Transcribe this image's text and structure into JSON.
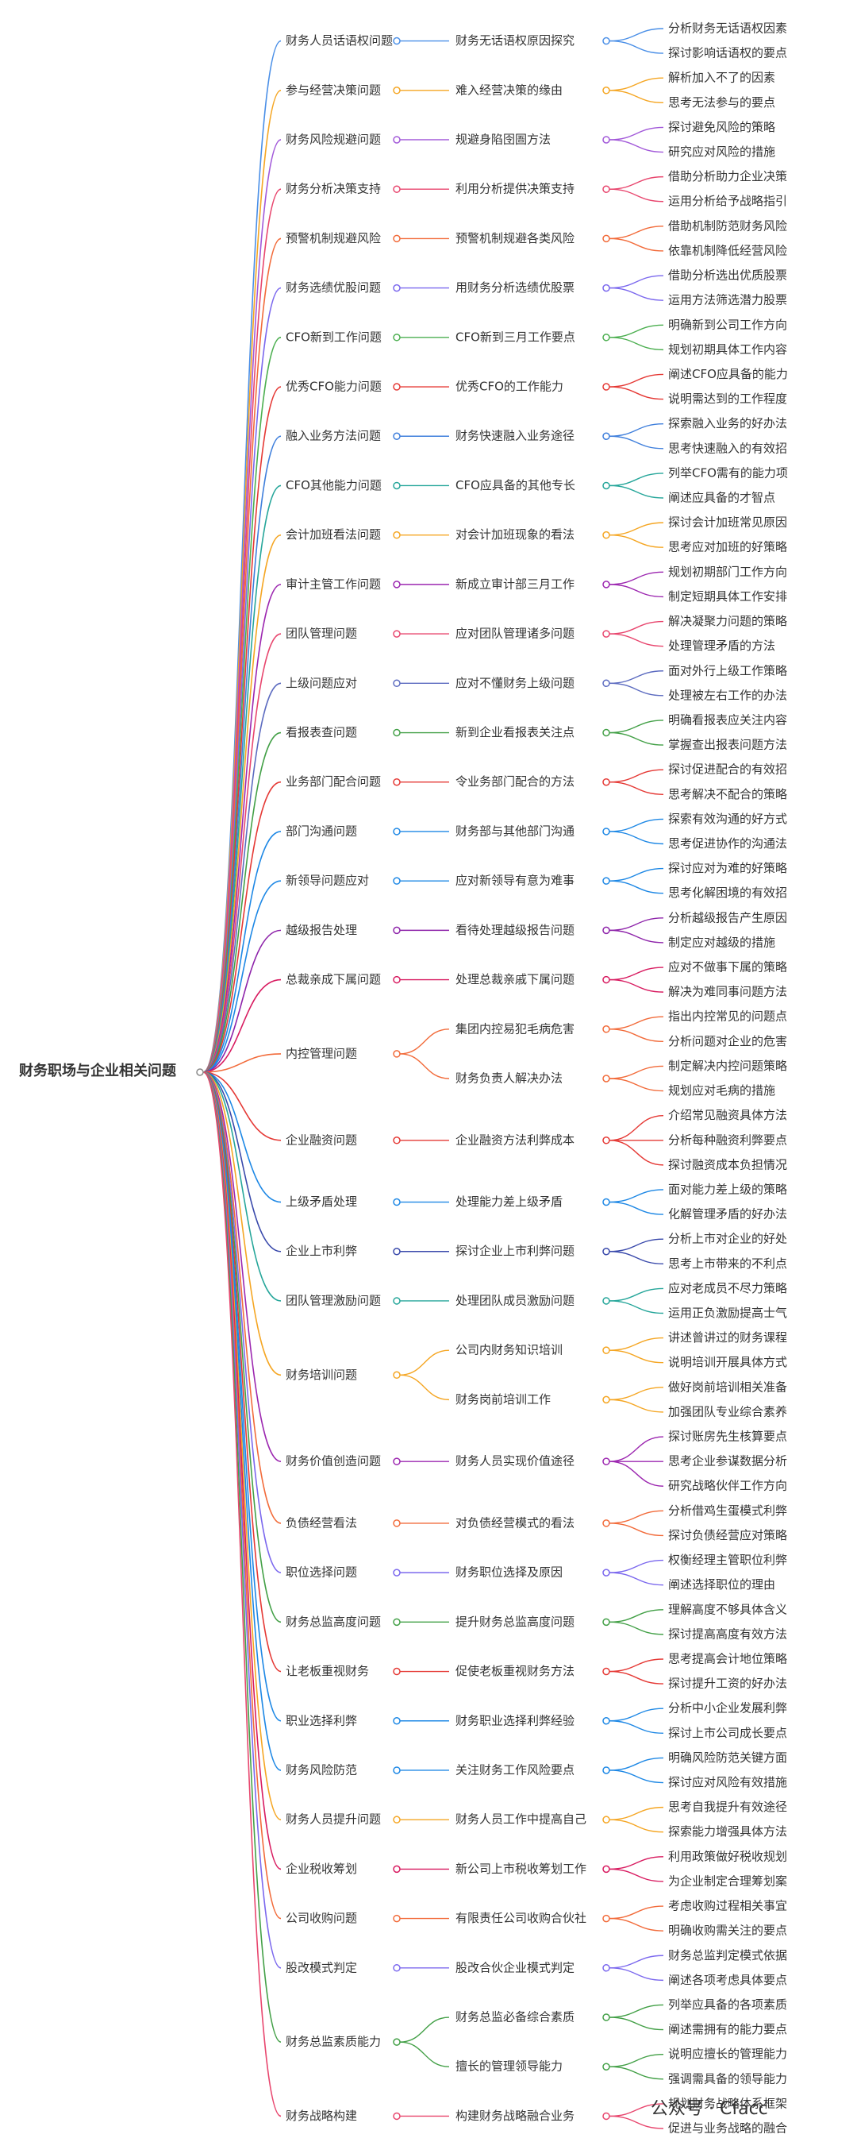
{
  "root": "财务职场与企业相关问题",
  "watermark": "公众号 · Cfacc",
  "branches": [
    {
      "label": "财务人员话语权问题",
      "color": "#4a8fe7",
      "children": [
        {
          "label": "财务无话语权原因探究",
          "children": [
            "分析财务无话语权因素",
            "探讨影响话语权的要点"
          ]
        }
      ]
    },
    {
      "label": "参与经营决策问题",
      "color": "#f5a623",
      "children": [
        {
          "label": "难入经营决策的缘由",
          "children": [
            "解析加入不了的因素",
            "思考无法参与的要点"
          ]
        }
      ]
    },
    {
      "label": "财务风险规避问题",
      "color": "#a259d9",
      "children": [
        {
          "label": "规避身陷囹圄方法",
          "children": [
            "探讨避免风险的策略",
            "研究应对风险的措施"
          ]
        }
      ]
    },
    {
      "label": "财务分析决策支持",
      "color": "#e8466e",
      "children": [
        {
          "label": "利用分析提供决策支持",
          "children": [
            "借助分析助力企业决策",
            "运用分析给予战略指引"
          ]
        }
      ]
    },
    {
      "label": "预警机制规避风险",
      "color": "#f26b3a",
      "children": [
        {
          "label": "预警机制规避各类风险",
          "children": [
            "借助机制防范财务风险",
            "依靠机制降低经营风险"
          ]
        }
      ]
    },
    {
      "label": "财务选绩优股问题",
      "color": "#7b68ee",
      "children": [
        {
          "label": "用财务分析选绩优股票",
          "children": [
            "借助分析选出优质股票",
            "运用方法筛选潜力股票"
          ]
        }
      ]
    },
    {
      "label": "CFO新到工作问题",
      "color": "#4caf50",
      "children": [
        {
          "label": "CFO新到三月工作要点",
          "children": [
            "明确新到公司工作方向",
            "规划初期具体工作内容"
          ]
        }
      ]
    },
    {
      "label": "优秀CFO能力问题",
      "color": "#e53935",
      "children": [
        {
          "label": "优秀CFO的工作能力",
          "children": [
            "阐述CFO应具备的能力",
            "说明需达到的工作程度"
          ]
        }
      ]
    },
    {
      "label": "融入业务方法问题",
      "color": "#3f7fdc",
      "children": [
        {
          "label": "财务快速融入业务途径",
          "children": [
            "探索融入业务的好办法",
            "思考快速融入的有效招"
          ]
        }
      ]
    },
    {
      "label": "CFO其他能力问题",
      "color": "#26a69a",
      "children": [
        {
          "label": "CFO应具备的其他专长",
          "children": [
            "列举CFO需有的能力项",
            "阐述应具备的才智点"
          ]
        }
      ]
    },
    {
      "label": "会计加班看法问题",
      "color": "#f5a623",
      "children": [
        {
          "label": "对会计加班现象的看法",
          "children": [
            "探讨会计加班常见原因",
            "思考应对加班的好策略"
          ]
        }
      ]
    },
    {
      "label": "审计主管工作问题",
      "color": "#9c27b0",
      "children": [
        {
          "label": "新成立审计部三月工作",
          "children": [
            "规划初期部门工作方向",
            "制定短期具体工作安排"
          ]
        }
      ]
    },
    {
      "label": "团队管理问题",
      "color": "#e8466e",
      "children": [
        {
          "label": "应对团队管理诸多问题",
          "children": [
            "解决凝聚力问题的策略",
            "处理管理矛盾的方法"
          ]
        }
      ]
    },
    {
      "label": "上级问题应对",
      "color": "#5c6bc0",
      "children": [
        {
          "label": "应对不懂财务上级问题",
          "children": [
            "面对外行上级工作策略",
            "处理被左右工作的办法"
          ]
        }
      ]
    },
    {
      "label": "看报表查问题",
      "color": "#43a047",
      "children": [
        {
          "label": "新到企业看报表关注点",
          "children": [
            "明确看报表应关注内容",
            "掌握查出报表问题方法"
          ]
        }
      ]
    },
    {
      "label": "业务部门配合问题",
      "color": "#e53935",
      "children": [
        {
          "label": "令业务部门配合的方法",
          "children": [
            "探讨促进配合的有效招",
            "思考解决不配合的策略"
          ]
        }
      ]
    },
    {
      "label": "部门沟通问题",
      "color": "#1e88e5",
      "children": [
        {
          "label": "财务部与其他部门沟通",
          "children": [
            "探索有效沟通的好方式",
            "思考促进协作的沟通法"
          ]
        }
      ]
    },
    {
      "label": "新领导问题应对",
      "color": "#1e88e5",
      "children": [
        {
          "label": "应对新领导有意为难事",
          "children": [
            "探讨应对为难的好策略",
            "思考化解困境的有效招"
          ]
        }
      ]
    },
    {
      "label": "越级报告处理",
      "color": "#8e24aa",
      "children": [
        {
          "label": "看待处理越级报告问题",
          "children": [
            "分析越级报告产生原因",
            "制定应对越级的措施"
          ]
        }
      ]
    },
    {
      "label": "总裁亲成下属问题",
      "color": "#d81b60",
      "children": [
        {
          "label": "处理总裁亲戚下属问题",
          "children": [
            "应对不做事下属的策略",
            "解决为难同事问题方法"
          ]
        }
      ]
    },
    {
      "label": "内控管理问题",
      "color": "#f26b3a",
      "children": [
        {
          "label": "集团内控易犯毛病危害",
          "children": [
            "指出内控常见的问题点",
            "分析问题对企业的危害"
          ]
        },
        {
          "label": "财务负责人解决办法",
          "children": [
            "制定解决内控问题策略",
            "规划应对毛病的措施"
          ]
        }
      ]
    },
    {
      "label": "企业融资问题",
      "color": "#e53935",
      "children": [
        {
          "label": "企业融资方法利弊成本",
          "children": [
            "介绍常见融资具体方法",
            "分析每种融资利弊要点",
            "探讨融资成本负担情况"
          ]
        }
      ]
    },
    {
      "label": "上级矛盾处理",
      "color": "#1e88e5",
      "children": [
        {
          "label": "处理能力差上级矛盾",
          "children": [
            "面对能力差上级的策略",
            "化解管理矛盾的好办法"
          ]
        }
      ]
    },
    {
      "label": "企业上市利弊",
      "color": "#3949ab",
      "children": [
        {
          "label": "探讨企业上市利弊问题",
          "children": [
            "分析上市对企业的好处",
            "思考上市带来的不利点"
          ]
        }
      ]
    },
    {
      "label": "团队管理激励问题",
      "color": "#26a69a",
      "children": [
        {
          "label": "处理团队成员激励问题",
          "children": [
            "应对老成员不尽力策略",
            "运用正负激励提高士气"
          ]
        }
      ]
    },
    {
      "label": "财务培训问题",
      "color": "#f5a623",
      "children": [
        {
          "label": "公司内财务知识培训",
          "children": [
            "讲述曾讲过的财务课程",
            "说明培训开展具体方式"
          ]
        },
        {
          "label": "财务岗前培训工作",
          "children": [
            "做好岗前培训相关准备",
            "加强团队专业综合素养"
          ]
        }
      ]
    },
    {
      "label": "财务价值创造问题",
      "color": "#9c27b0",
      "children": [
        {
          "label": "财务人员实现价值途径",
          "children": [
            "探讨账房先生核算要点",
            "思考企业参谋数据分析",
            "研究战略伙伴工作方向"
          ]
        }
      ]
    },
    {
      "label": "负债经营看法",
      "color": "#f26b3a",
      "children": [
        {
          "label": "对负债经营模式的看法",
          "children": [
            "分析借鸡生蛋模式利弊",
            "探讨负债经营应对策略"
          ]
        }
      ]
    },
    {
      "label": "职位选择问题",
      "color": "#7b68ee",
      "children": [
        {
          "label": "财务职位选择及原因",
          "children": [
            "权衡经理主管职位利弊",
            "阐述选择职位的理由"
          ]
        }
      ]
    },
    {
      "label": "财务总监高度问题",
      "color": "#43a047",
      "children": [
        {
          "label": "提升财务总监高度问题",
          "children": [
            "理解高度不够具体含义",
            "探讨提高高度有效方法"
          ]
        }
      ]
    },
    {
      "label": "让老板重视财务",
      "color": "#e53935",
      "children": [
        {
          "label": "促使老板重视财务方法",
          "children": [
            "思考提高会计地位策略",
            "探讨提升工资的好办法"
          ]
        }
      ]
    },
    {
      "label": "职业选择利弊",
      "color": "#1e88e5",
      "children": [
        {
          "label": "财务职业选择利弊经验",
          "children": [
            "分析中小企业发展利弊",
            "探讨上市公司成长要点"
          ]
        }
      ]
    },
    {
      "label": "财务风险防范",
      "color": "#1e88e5",
      "children": [
        {
          "label": "关注财务工作风险要点",
          "children": [
            "明确风险防范关键方面",
            "探讨应对风险有效措施"
          ]
        }
      ]
    },
    {
      "label": "财务人员提升问题",
      "color": "#f5a623",
      "children": [
        {
          "label": "财务人员工作中提高自己",
          "children": [
            "思考自我提升有效途径",
            "探索能力增强具体方法"
          ]
        }
      ]
    },
    {
      "label": "企业税收筹划",
      "color": "#d81b60",
      "children": [
        {
          "label": "新公司上市税收筹划工作",
          "children": [
            "利用政策做好税收规划",
            "为企业制定合理筹划案"
          ]
        }
      ]
    },
    {
      "label": "公司收购问题",
      "color": "#f26b3a",
      "children": [
        {
          "label": "有限责任公司收购合伙社",
          "children": [
            "考虑收购过程相关事宜",
            "明确收购需关注的要点"
          ]
        }
      ]
    },
    {
      "label": "股改模式判定",
      "color": "#7b68ee",
      "children": [
        {
          "label": "股改合伙企业模式判定",
          "children": [
            "财务总监判定模式依据",
            "阐述各项考虑具体要点"
          ]
        }
      ]
    },
    {
      "label": "财务总监素质能力",
      "color": "#43a047",
      "children": [
        {
          "label": "财务总监必备综合素质",
          "children": [
            "列举应具备的各项素质",
            "阐述需拥有的能力要点"
          ]
        },
        {
          "label": "擅长的管理领导能力",
          "children": [
            "说明应擅长的管理能力",
            "强调需具备的领导能力"
          ]
        }
      ]
    },
    {
      "label": "财务战略构建",
      "color": "#e8466e",
      "children": [
        {
          "label": "构建财务战略融合业务",
          "children": [
            "规划财务战略体系框架",
            "促进与业务战略的融合"
          ]
        }
      ]
    }
  ]
}
